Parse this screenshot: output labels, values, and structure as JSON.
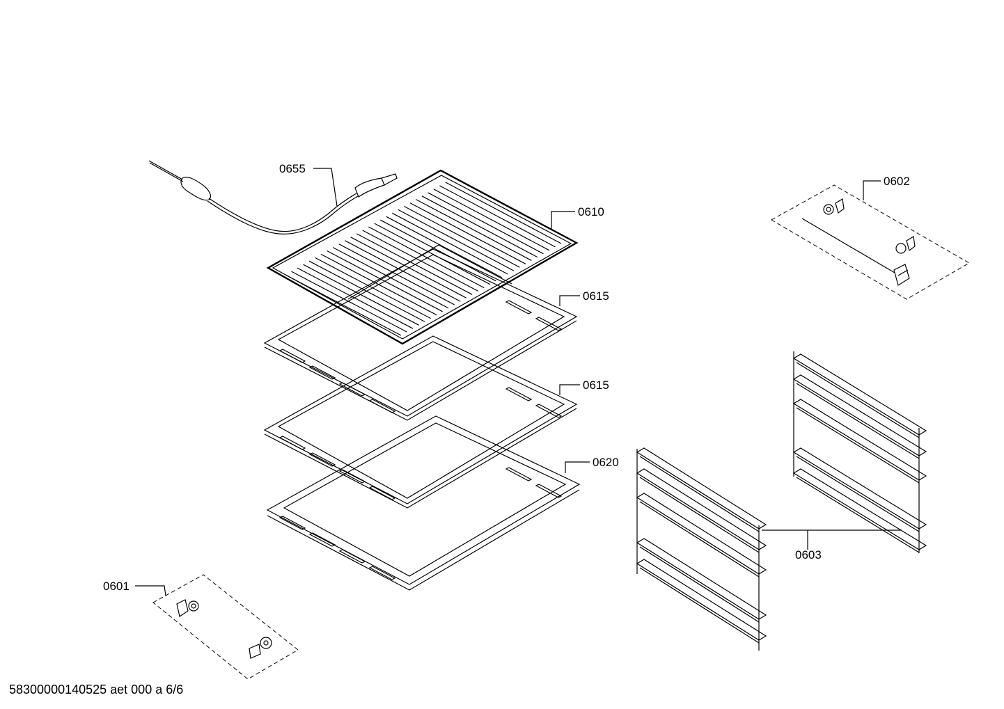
{
  "parts": [
    {
      "id": "p0655",
      "label": "0655"
    },
    {
      "id": "p0610",
      "label": "0610"
    },
    {
      "id": "p0615a",
      "label": "0615"
    },
    {
      "id": "p0615b",
      "label": "0615"
    },
    {
      "id": "p0620",
      "label": "0620"
    },
    {
      "id": "p0602",
      "label": "0602"
    },
    {
      "id": "p0601",
      "label": "0601"
    },
    {
      "id": "p0603",
      "label": "0603"
    }
  ],
  "footer": {
    "doc_code": "58300000140525 aet 000 a 6/6"
  }
}
